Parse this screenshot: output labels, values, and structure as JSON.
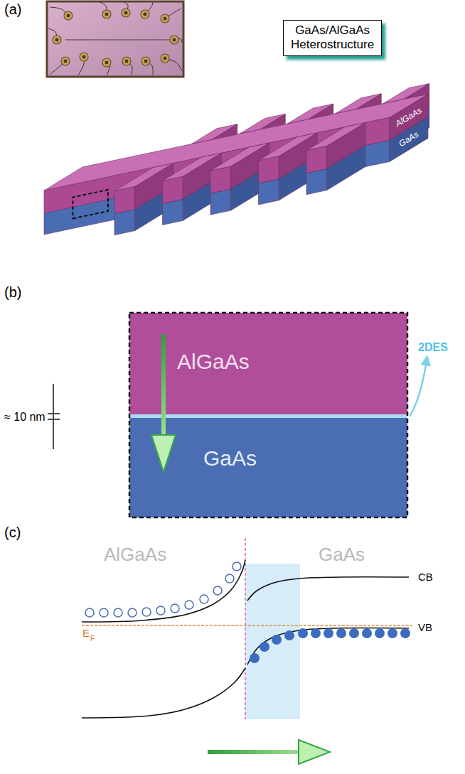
{
  "diagram": {
    "nodes": [
      {
        "text": [
          "GaAs/AlGaAs Heterostructure"
        ]
      },
      {
        "text": [
          "AlGaAs"
        ]
      },
      {
        "text": [
          "GaAs"
        ]
      }
    ],
    "labels": [
      "(a)",
      "AlGaAs",
      "GaAs",
      "(b)",
      "≈ 10 nm",
      "2DES",
      "(c)",
      "AlGaAs",
      "GaAs",
      "E",
      "F",
      "CB",
      "VB"
    ]
  }
}
